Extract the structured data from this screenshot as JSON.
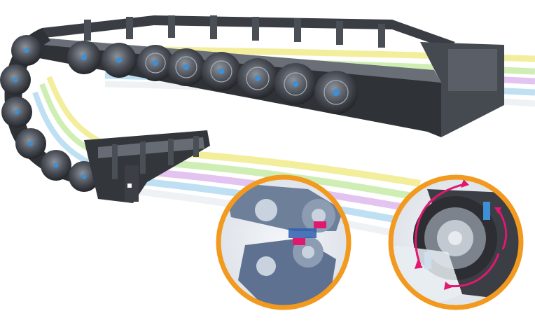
{
  "image": {
    "subject": "cable-carrier-chain-render",
    "colors": {
      "background": "#ffffff",
      "chain_dark": "#2d2f33",
      "chain_mid": "#5c6068",
      "chain_light": "#9aa0a8",
      "pin_blue": "#3d8fd6",
      "callout_ring": "#f29a1f",
      "accent_magenta": "#e0196e",
      "cable_yellow": "#f3ee9b",
      "cable_green": "#cfeeb4",
      "cable_purple": "#e3c3ef",
      "cable_blue": "#bfe0f3",
      "cable_white": "#eef2f5"
    },
    "callouts": [
      {
        "name": "link-snap-detail"
      },
      {
        "name": "rotation-detail"
      }
    ]
  }
}
